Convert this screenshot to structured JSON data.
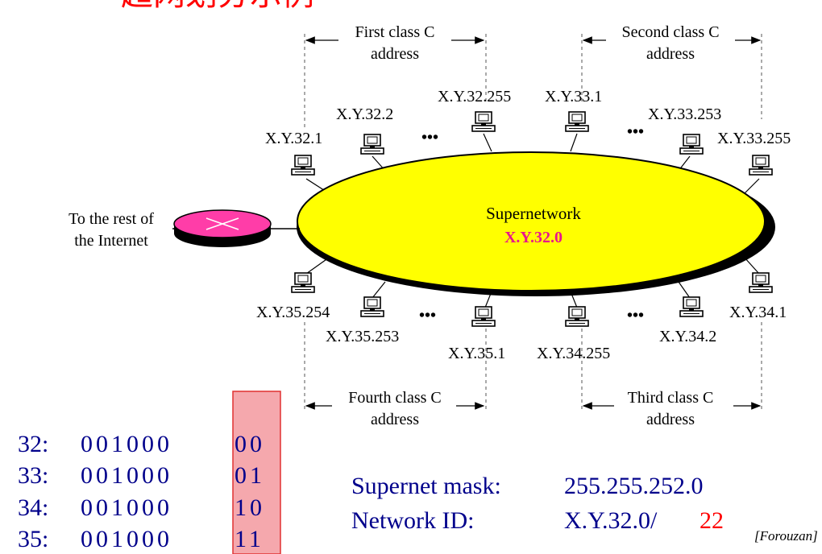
{
  "header_partial": "超网划分示例",
  "blocks": {
    "first": [
      "First class C",
      "address"
    ],
    "second": [
      "Second class C",
      "address"
    ],
    "third": [
      "Third class C",
      "address"
    ],
    "fourth": [
      "Fourth class C",
      "address"
    ]
  },
  "hosts": {
    "h32_1": "X.Y.32.1",
    "h32_2": "X.Y.32.2",
    "h32_255": "X.Y.32.255",
    "h33_1": "X.Y.33.1",
    "h33_253": "X.Y.33.253",
    "h33_255": "X.Y.33.255",
    "h35_254": "X.Y.35.254",
    "h35_253": "X.Y.35.253",
    "h35_1": "X.Y.35.1",
    "h34_255": "X.Y.34.255",
    "h34_2": "X.Y.34.2",
    "h34_1": "X.Y.34.1"
  },
  "dots": "•••",
  "router_label": [
    "To the rest of",
    "the Internet"
  ],
  "supernetwork": {
    "title": "Supernetwork",
    "address": "X.Y.32.0"
  },
  "binary_rows": [
    {
      "label": "32:",
      "bits_fixed": "001000",
      "bits_var": "00"
    },
    {
      "label": "33:",
      "bits_fixed": "001000",
      "bits_var": "01"
    },
    {
      "label": "34:",
      "bits_fixed": "001000",
      "bits_var": "10"
    },
    {
      "label": "35:",
      "bits_fixed": "001000",
      "bits_var": "11"
    }
  ],
  "mask": {
    "label": "Supernet mask:",
    "value": "255.255.252.0"
  },
  "network_id": {
    "label": "Network ID:",
    "value": "X.Y.32.0/",
    "prefix": "22"
  },
  "citation": "[Forouzan]",
  "colors": {
    "title_red": "#ff0000",
    "ellipse_fill": "#ffff00",
    "router_fill": "#ff3da8",
    "network_magenta": "#e8158c",
    "text_blue": "#00008b",
    "highlight_fill": "#f5a8ad",
    "highlight_border": "#e03030"
  }
}
